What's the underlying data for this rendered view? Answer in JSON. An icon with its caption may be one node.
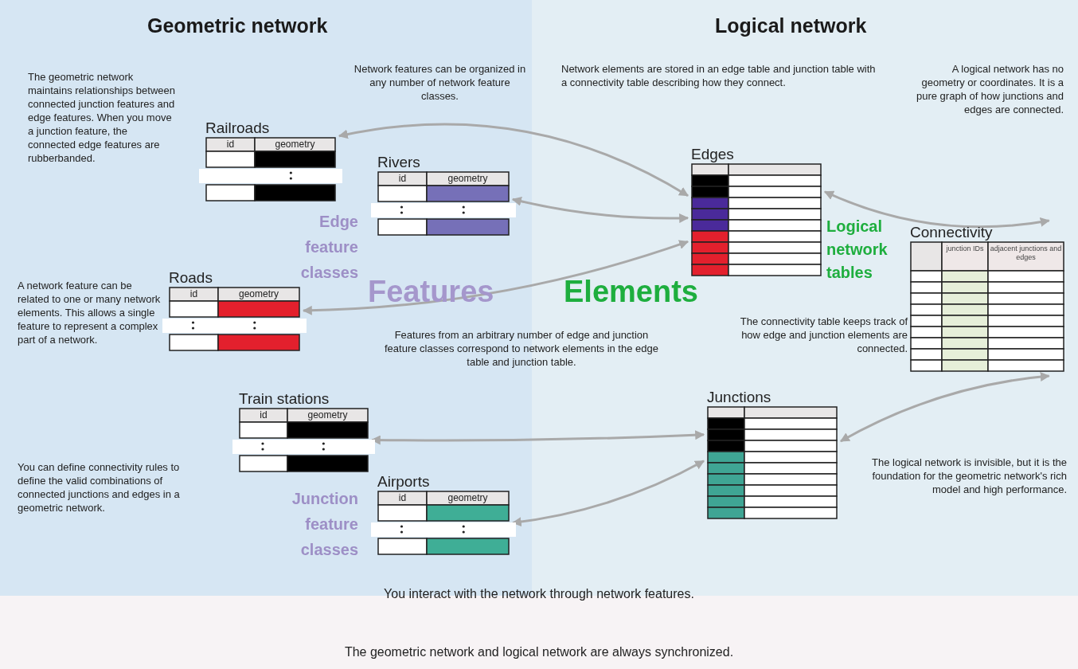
{
  "diagram": {
    "nodes": [
      {
        "text": [
          "Railroads",
          "id",
          "geometry"
        ]
      },
      {
        "text": [
          "Rivers",
          "id",
          "geometry"
        ]
      },
      {
        "text": [
          "Roads",
          "id",
          "geometry"
        ]
      },
      {
        "text": [
          "Train stations",
          "id",
          "geometry"
        ]
      },
      {
        "text": [
          "Airports",
          "id",
          "geometry"
        ]
      },
      {
        "text": [
          "Edges"
        ]
      },
      {
        "text": [
          "Junctions"
        ]
      },
      {
        "text": [
          "Connectivity",
          "junction IDs",
          "adjacent junctions and edges"
        ]
      }
    ],
    "edges": [
      {
        "from": 0,
        "to": 5,
        "arrow": "both"
      },
      {
        "from": 1,
        "to": 5,
        "arrow": "both"
      },
      {
        "from": 2,
        "to": 5,
        "arrow": "both"
      },
      {
        "from": 3,
        "to": 6,
        "arrow": "both"
      },
      {
        "from": 4,
        "to": 6,
        "arrow": "both"
      },
      {
        "from": 5,
        "to": 7,
        "arrow": "both"
      },
      {
        "from": 6,
        "to": 7,
        "arrow": "both"
      }
    ],
    "labels": [
      "Geometric network",
      "Logical network",
      "The geometric network maintains relationships between connected junction features and edge features. When you move a junction feature, the connected edge features are rubberbanded.",
      "Network features can be organized in any number of network feature classes.",
      "Network elements are stored in an edge table and junction table with a connectivity table describing how they connect.",
      "A logical network has no geometry or coordinates. It is a pure graph of how junctions and edges are connected.",
      "Edge feature classes",
      "Logical network tables",
      "A network feature can be related to one or many network elements. This allows a single feature to represent a complex part of a network.",
      "Features",
      "Elements",
      "Features from an arbitrary number of edge and junction feature classes correspond to network elements in the edge table and junction table.",
      "The connectivity table keeps track of how edge and junction elements are connected.",
      "You can define connectivity rules to define the valid combinations of connected junctions and edges in a geometric network.",
      "Junction feature classes",
      "The logical network is invisible, but it is the foundation for the geometric network's rich model and high performance.",
      "You interact with the network through network features.",
      "The geometric network and logical network are always synchronized."
    ]
  }
}
